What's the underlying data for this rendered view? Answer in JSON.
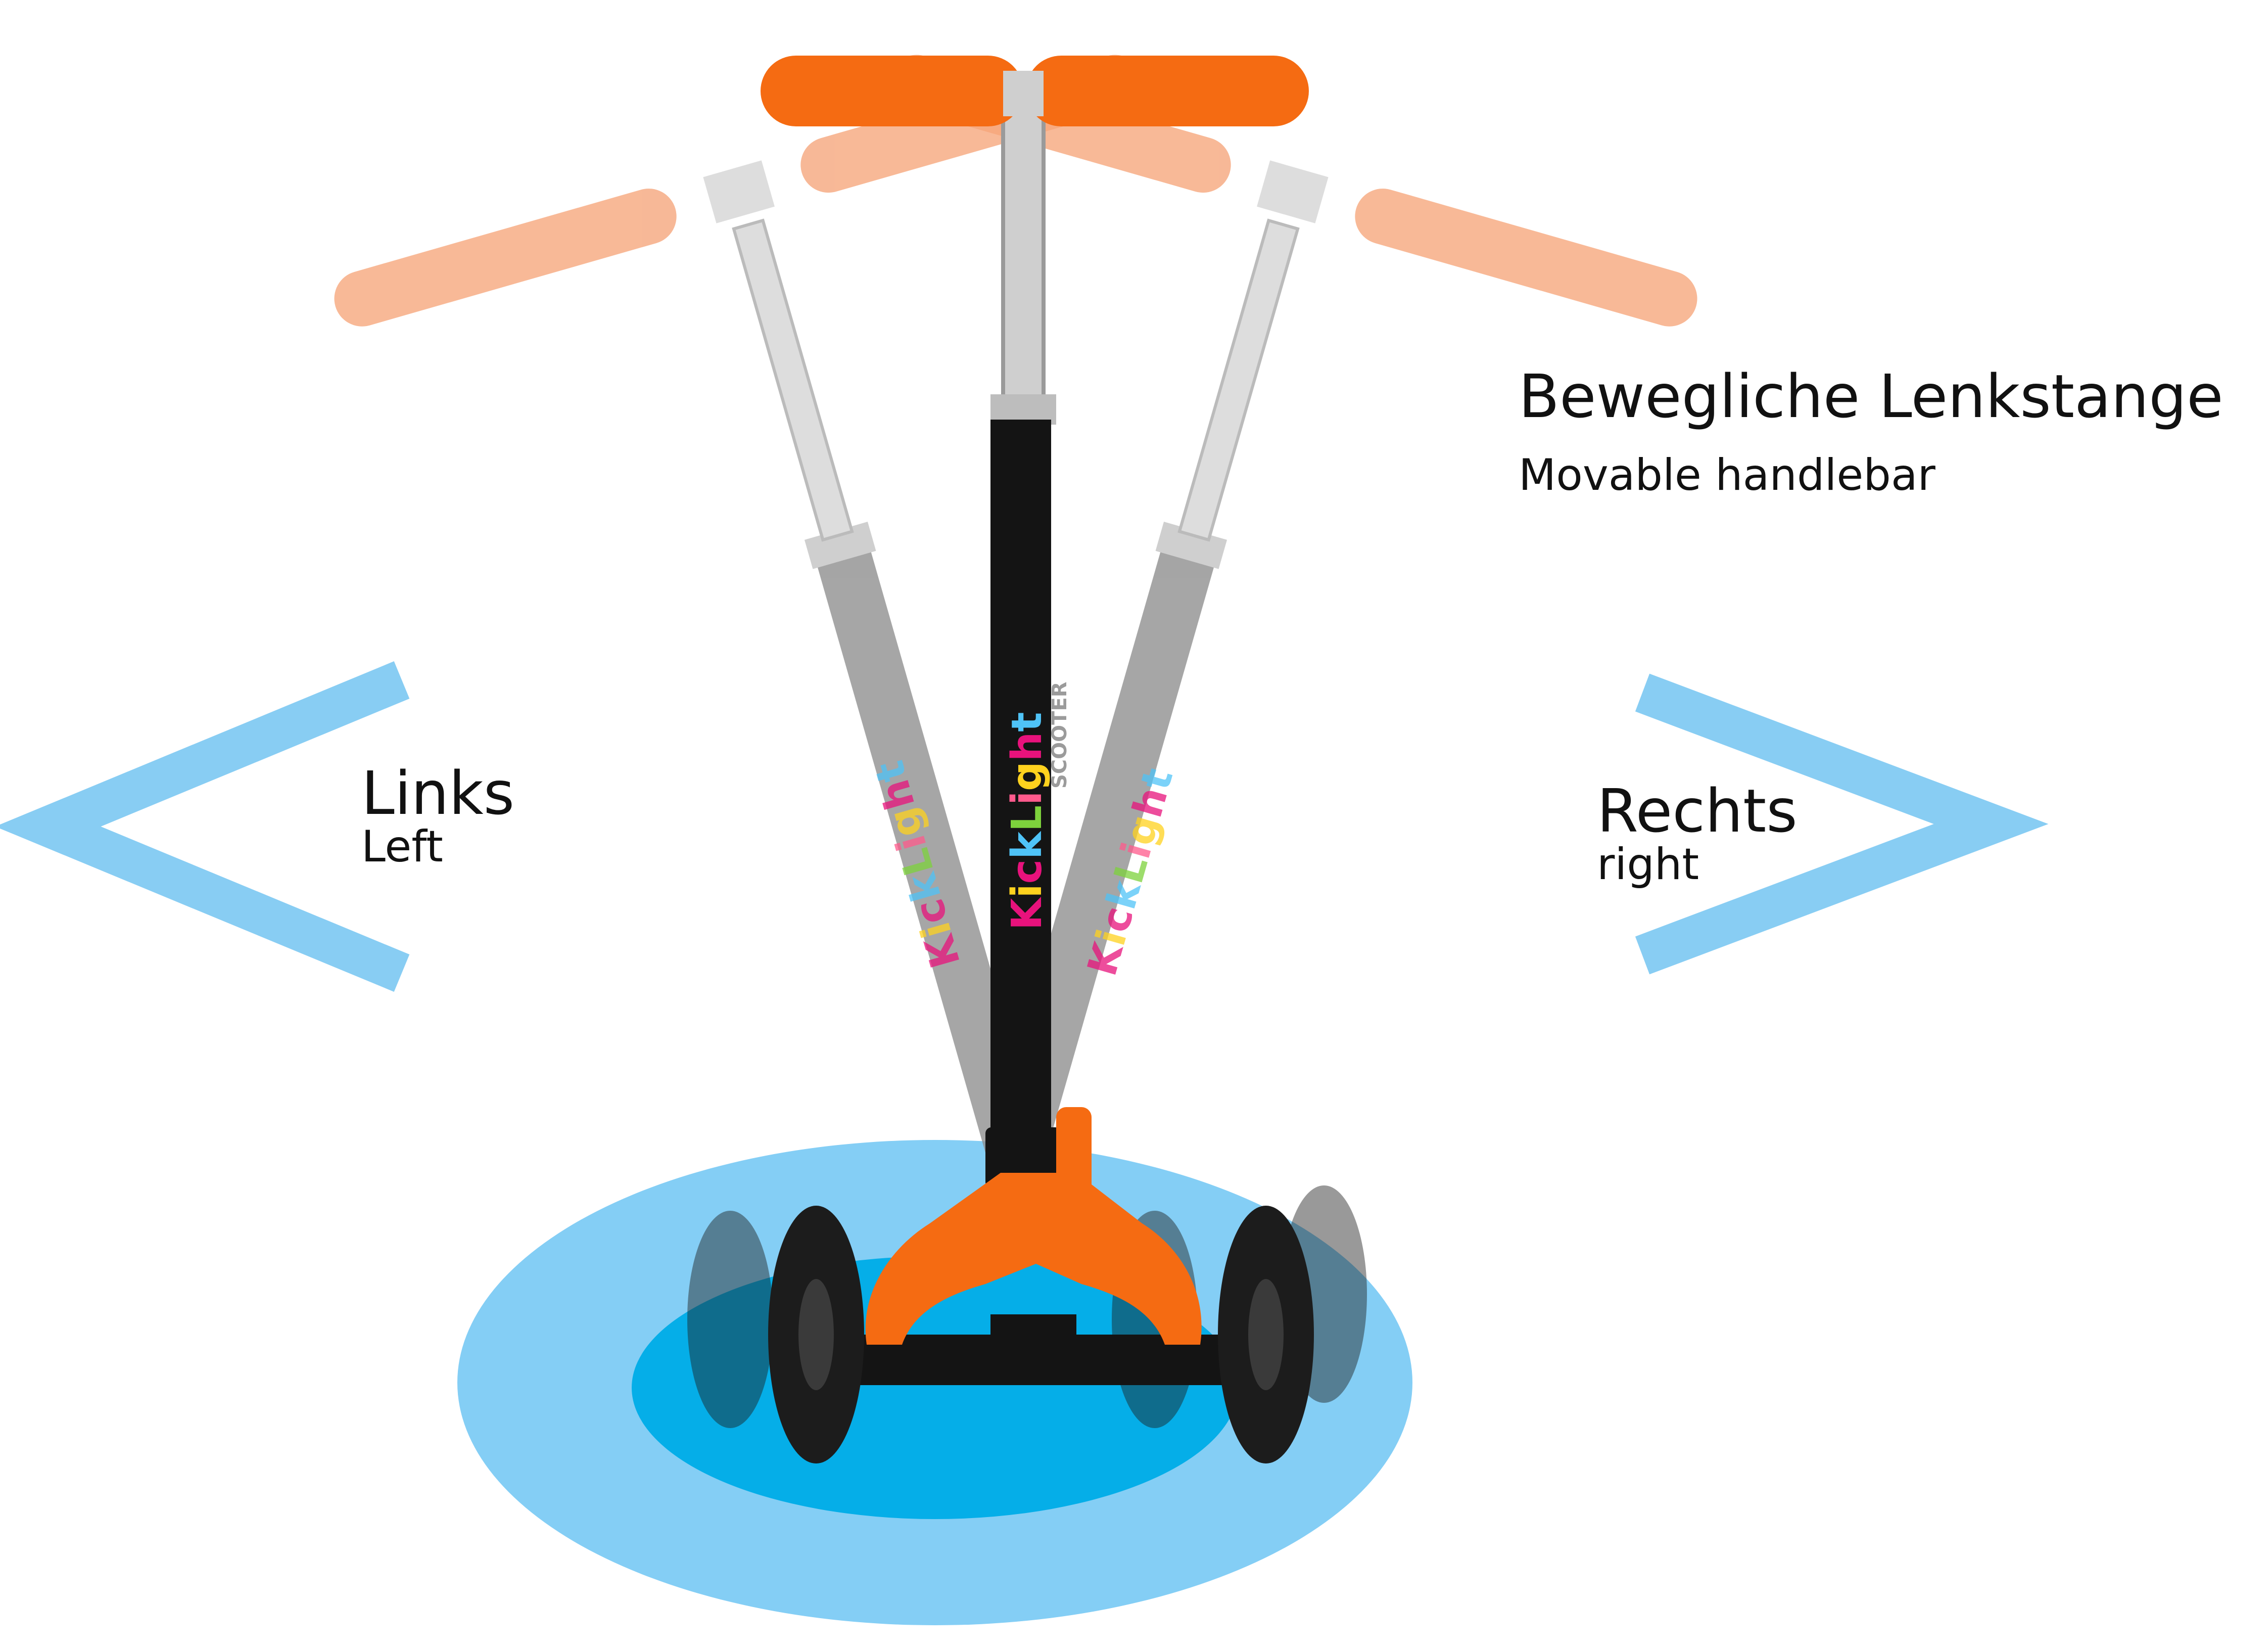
{
  "labels": {
    "feature_de": "Bewegliche Lenkstange",
    "feature_en": "Movable handlebar",
    "left_de": "Links",
    "left_en": "Left",
    "right_de": "Rechts",
    "right_en": "right"
  },
  "scooter": {
    "brand_text": "KickLight",
    "sub_text": "SCOOTER",
    "brand_letter_colors": [
      "#e8127c",
      "#ffd21e",
      "#e8127c",
      "#4fc3f7",
      "#7dd23c",
      "#ff5a8c",
      "#ffd21e",
      "#e8127c",
      "#4fc3f7"
    ]
  },
  "colors": {
    "arrow_blue": "#88cdf3",
    "ground_outer": "#84cef5",
    "ground_inner": "#05aee8",
    "grip_orange": "#f56b12",
    "grip_ghost": "#f6a57a",
    "stem_black": "#141414",
    "stem_ghost": "#8d8d8d",
    "metal": "#c8c8c8",
    "wheel": "#1c1c1c"
  },
  "icons": [
    "left-chevron-icon",
    "right-chevron-icon"
  ]
}
